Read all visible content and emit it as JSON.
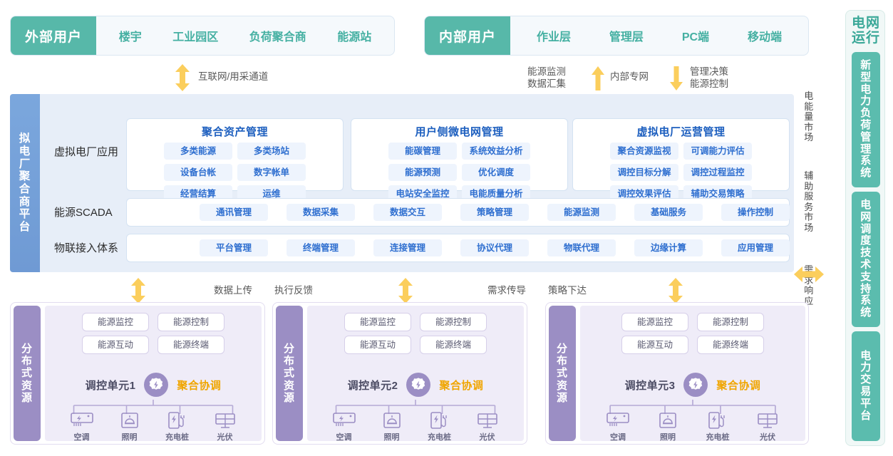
{
  "top_bars": [
    {
      "id": "external",
      "title": "外部用户",
      "items": [
        "楼宇",
        "工业园区",
        "负荷聚合商",
        "能源站"
      ]
    },
    {
      "id": "internal",
      "title": "内部用户",
      "items": [
        "作业层",
        "管理层",
        "PC端",
        "移动端"
      ]
    }
  ],
  "channel_arrows": {
    "internet": {
      "label": "互联网/用采通道",
      "icon": "arrow-up-down-icon"
    },
    "monitor_up": {
      "line1": "能源监测",
      "line2": "数据汇集",
      "icon": "arrow-up-icon"
    },
    "private_net": {
      "label": "内部专网"
    },
    "control_down": {
      "line1": "管理决策",
      "line2": "能源控制",
      "icon": "arrow-down-icon"
    }
  },
  "platform": {
    "sidebar_title": "拟电厂聚合商平台",
    "rows": [
      {
        "label": "虚拟电厂应用"
      },
      {
        "label": "能源SCADA"
      },
      {
        "label": "物联接入体系"
      }
    ],
    "app_groups": [
      {
        "title": "聚合资产管理",
        "items": [
          "多类能源",
          "多类场站",
          "设备台帐",
          "数字帐单",
          "经营结算",
          "运维"
        ]
      },
      {
        "title": "用户侧微电网管理",
        "items": [
          "能碳管理",
          "系统效益分析",
          "能源预测",
          "优化调度",
          "电站安全监控",
          "电能质量分析"
        ]
      },
      {
        "title": "虚拟电厂运营管理",
        "items": [
          "聚合资源监视",
          "可调能力评估",
          "调控目标分解",
          "调控过程监控",
          "调控效果评估",
          "辅助交易策略"
        ]
      }
    ],
    "scada_items": [
      "通讯管理",
      "数据采集",
      "数据交互",
      "策略管理",
      "能源监测",
      "基础服务",
      "操作控制"
    ],
    "iot_items": [
      "平台管理",
      "终端管理",
      "连接管理",
      "协议代理",
      "物联代理",
      "边缘计算",
      "应用管理"
    ]
  },
  "market_column": [
    {
      "text": "电能量市场"
    },
    {
      "text": "辅助服务市场"
    },
    {
      "text": "需求响应"
    }
  ],
  "grid_column": {
    "title": "电网运行",
    "systems": [
      "新型电力负荷管理系统",
      "电网调度技术支持系统",
      "电力交易平台"
    ]
  },
  "mid_arrows": {
    "left_label_1": "数据上传",
    "left_label_2": "执行反馈",
    "right_label_1": "需求传导",
    "right_label_2": "策略下达"
  },
  "der_blocks": [
    {
      "side_title": "分布式资源",
      "caps": [
        "能源监控",
        "能源控制",
        "能源互动",
        "能源终端"
      ],
      "unit_name": "调控单元1",
      "coordination": "聚合协调",
      "devices": [
        {
          "label": "空调",
          "icon": "air-conditioner-icon"
        },
        {
          "label": "照明",
          "icon": "lamp-icon"
        },
        {
          "label": "充电桩",
          "icon": "ev-charger-icon"
        },
        {
          "label": "光伏",
          "icon": "solar-panel-icon"
        }
      ]
    },
    {
      "side_title": "分布式资源",
      "caps": [
        "能源监控",
        "能源控制",
        "能源互动",
        "能源终端"
      ],
      "unit_name": "调控单元2",
      "coordination": "聚合协调",
      "devices": [
        {
          "label": "空调",
          "icon": "air-conditioner-icon"
        },
        {
          "label": "照明",
          "icon": "lamp-icon"
        },
        {
          "label": "充电桩",
          "icon": "ev-charger-icon"
        },
        {
          "label": "光伏",
          "icon": "solar-panel-icon"
        }
      ]
    },
    {
      "side_title": "分布式资源",
      "caps": [
        "能源监控",
        "能源控制",
        "能源互动",
        "能源终端"
      ],
      "unit_name": "调控单元3",
      "coordination": "聚合协调",
      "devices": [
        {
          "label": "空调",
          "icon": "air-conditioner-icon"
        },
        {
          "label": "照明",
          "icon": "lamp-icon"
        },
        {
          "label": "充电桩",
          "icon": "ev-charger-icon"
        },
        {
          "label": "光伏",
          "icon": "solar-panel-icon"
        }
      ]
    }
  ],
  "colors": {
    "teal": "#57b8a9",
    "blue_sidebar": "#6f9ad4",
    "purple": "#9b8ec4",
    "yellow_arrow": "#fbce5c",
    "pill_text": "#2f6fd0",
    "coord_orange": "#f0a500"
  }
}
